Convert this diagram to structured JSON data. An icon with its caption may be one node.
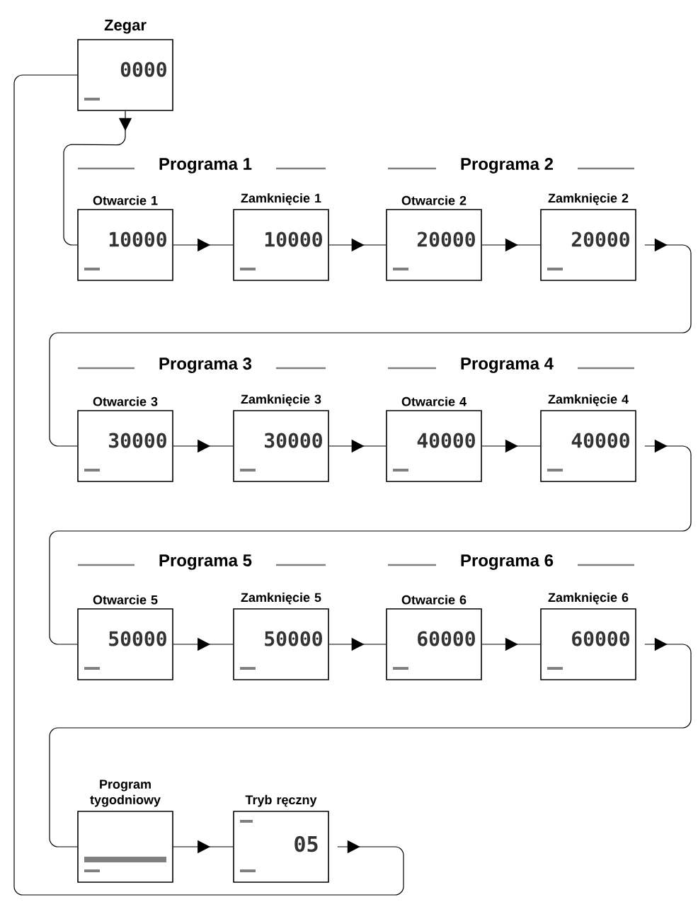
{
  "diagram": {
    "nodes": [
      {
        "text": [
          "Zegar",
          "0000"
        ]
      },
      {
        "text": [
          "Otwarcie 1",
          "10000"
        ]
      },
      {
        "text": [
          "Zamknięcie 1",
          "10000"
        ]
      },
      {
        "text": [
          "Otwarcie 2",
          "20000"
        ]
      },
      {
        "text": [
          "Zamknięcie 2",
          "20000"
        ]
      },
      {
        "text": [
          "Otwarcie 3",
          "30000"
        ]
      },
      {
        "text": [
          "Zamknięcie 3",
          "30000"
        ]
      },
      {
        "text": [
          "Otwarcie 4",
          "40000"
        ]
      },
      {
        "text": [
          "Zamknięcie 4",
          "40000"
        ]
      },
      {
        "text": [
          "Otwarcie 5",
          "50000"
        ]
      },
      {
        "text": [
          "Zamknięcie 5",
          "50000"
        ]
      },
      {
        "text": [
          "Otwarcie 6",
          "60000"
        ]
      },
      {
        "text": [
          "Zamknięcie 6",
          "60000"
        ]
      },
      {
        "text": [
          "Program tygodniowy"
        ]
      },
      {
        "text": [
          "Tryb ręczny",
          "05"
        ]
      }
    ],
    "edges": [
      {
        "from": 0,
        "to": 1,
        "arrow": "to"
      },
      {
        "from": 1,
        "to": 2,
        "arrow": "to"
      },
      {
        "from": 2,
        "to": 3,
        "arrow": "to"
      },
      {
        "from": 3,
        "to": 4,
        "arrow": "to"
      },
      {
        "from": 4,
        "to": 5,
        "arrow": "to"
      },
      {
        "from": 5,
        "to": 6,
        "arrow": "to"
      },
      {
        "from": 6,
        "to": 7,
        "arrow": "to"
      },
      {
        "from": 7,
        "to": 8,
        "arrow": "to"
      },
      {
        "from": 8,
        "to": 9,
        "arrow": "to"
      },
      {
        "from": 9,
        "to": 10,
        "arrow": "to"
      },
      {
        "from": 10,
        "to": 11,
        "arrow": "to"
      },
      {
        "from": 11,
        "to": 12,
        "arrow": "to"
      },
      {
        "from": 12,
        "to": 13,
        "arrow": "to"
      },
      {
        "from": 13,
        "to": 14,
        "arrow": "to"
      },
      {
        "from": 14,
        "to": 0,
        "arrow": "to"
      }
    ],
    "labels": [
      "Programa 1",
      "Programa 2",
      "Programa 3",
      "Programa 4",
      "Programa 5",
      "Programa 6"
    ]
  }
}
